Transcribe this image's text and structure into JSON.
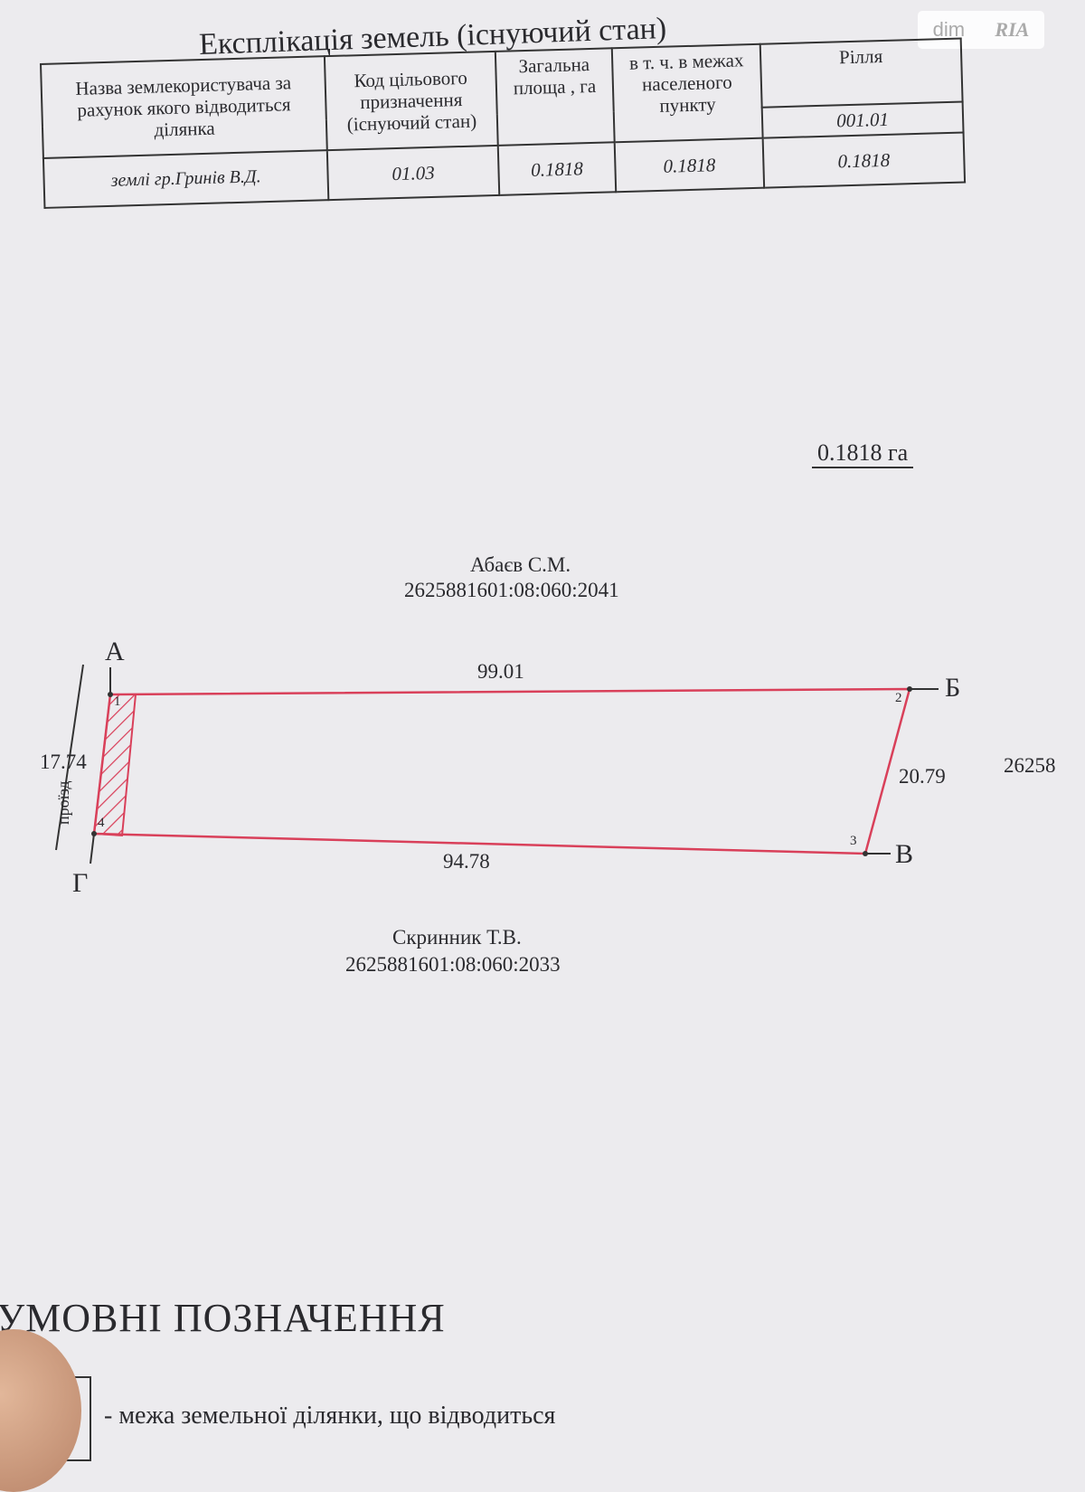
{
  "explication": {
    "title": "Експлікація земель (існуючий стан)",
    "headers": {
      "owner": "Назва землекористувача за рахунок якого відводиться ділянка",
      "code": "Код цільового призначення (існуючий стан)",
      "total": "Загальна площа , га",
      "settlement": "в т. ч. в межах населеного пункту",
      "arable": "Рілля",
      "arable_code": "001.01"
    },
    "row": {
      "owner": "землі гр.Гринів В.Д.",
      "code": "01.03",
      "total": "0.1818",
      "settlement": "0.1818",
      "arable": "0.1818"
    }
  },
  "watermark": {
    "left": "dim",
    "right": "RIA"
  },
  "plan": {
    "area": "0.1818 га",
    "north_neighbor": {
      "name": "Абаєв С.М.",
      "cadastral": "2625881601:08:060:2041"
    },
    "south_neighbor": {
      "name": "Скринник Т.В.",
      "cadastral": "2625881601:08:060:2033"
    },
    "east_neighbor_partial": "26258",
    "corners": {
      "a": "А",
      "b": "Б",
      "v": "В",
      "g": "Г"
    },
    "points": [
      "1",
      "2",
      "3",
      "4"
    ],
    "sides": {
      "top": "99.01",
      "right": "20.79",
      "bottom": "94.78",
      "left": "17.74"
    },
    "passage": "проїзд",
    "boundary_color": "#d9405a"
  },
  "legend": {
    "title": "УМОВНІ ПОЗНАЧЕННЯ",
    "item": "- межа земельної ділянки, що відводиться"
  }
}
